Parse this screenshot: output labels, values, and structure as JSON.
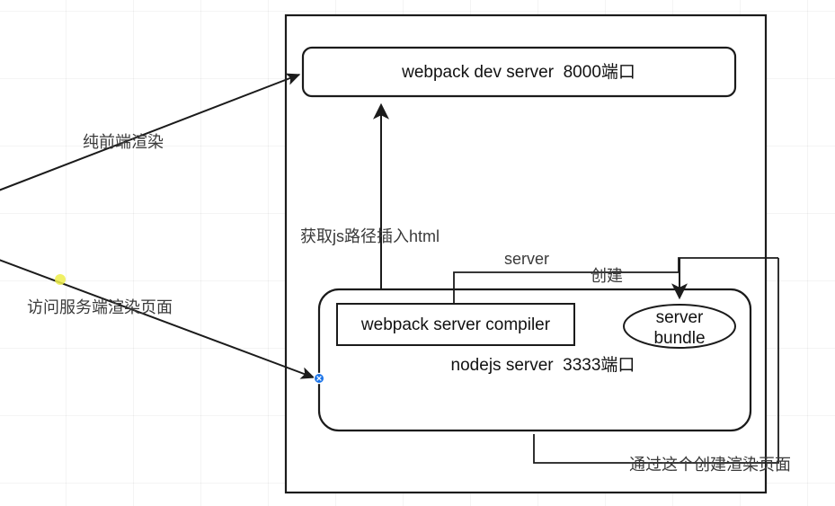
{
  "diagram": {
    "title": "webpack SSR architecture",
    "colors": {
      "stroke": "#1b1b1b",
      "text": "#111111",
      "endpoint_marker": "#1a73e8",
      "highlight_dot": "#eded4a",
      "background": "#ffffff",
      "grid": "rgba(0,0,0,0.045)"
    },
    "nodes": {
      "outer_container": {
        "label": ""
      },
      "dev_server": {
        "label": "webpack dev server  8000端口",
        "shape": "rounded-rect"
      },
      "node_server": {
        "label": "nodejs server  3333端口",
        "shape": "rounded-rect"
      },
      "server_compiler": {
        "label": "webpack server compiler",
        "shape": "rect"
      },
      "server_bundle": {
        "label_line1": "server",
        "label_line2": "bundle",
        "shape": "ellipse"
      }
    },
    "edge_labels": {
      "client_render": "纯前端渲染",
      "visit_ssr_page": "访问服务端渲染页面",
      "inject_js_path": "获取js路径插入html",
      "server": "server",
      "create": "创建",
      "create_render_page": "通过这个创建渲染页面"
    },
    "markers": {
      "ssr_entry_endpoint": "endpoint-marker",
      "highlight_top": "highlight-dot",
      "highlight_bottom": "highlight-dot"
    }
  }
}
